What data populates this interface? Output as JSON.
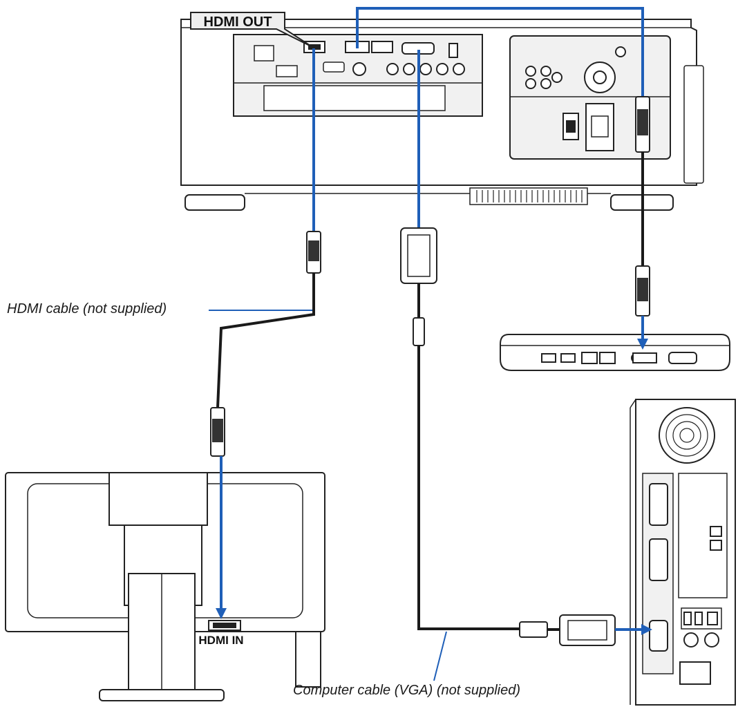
{
  "labels": {
    "hdmi_out": "HDMI OUT",
    "hdmi_in": "HDMI IN",
    "hdmi_cable": "HDMI cable (not supplied)",
    "vga_cable": "Computer cable (VGA) (not supplied)"
  },
  "colors": {
    "cable_blue": "#1f5fb8",
    "cable_black": "#1a1a1a",
    "line_art": "#222222",
    "device_fill": "#ffffff",
    "panel_fill": "#f1f1f1"
  }
}
